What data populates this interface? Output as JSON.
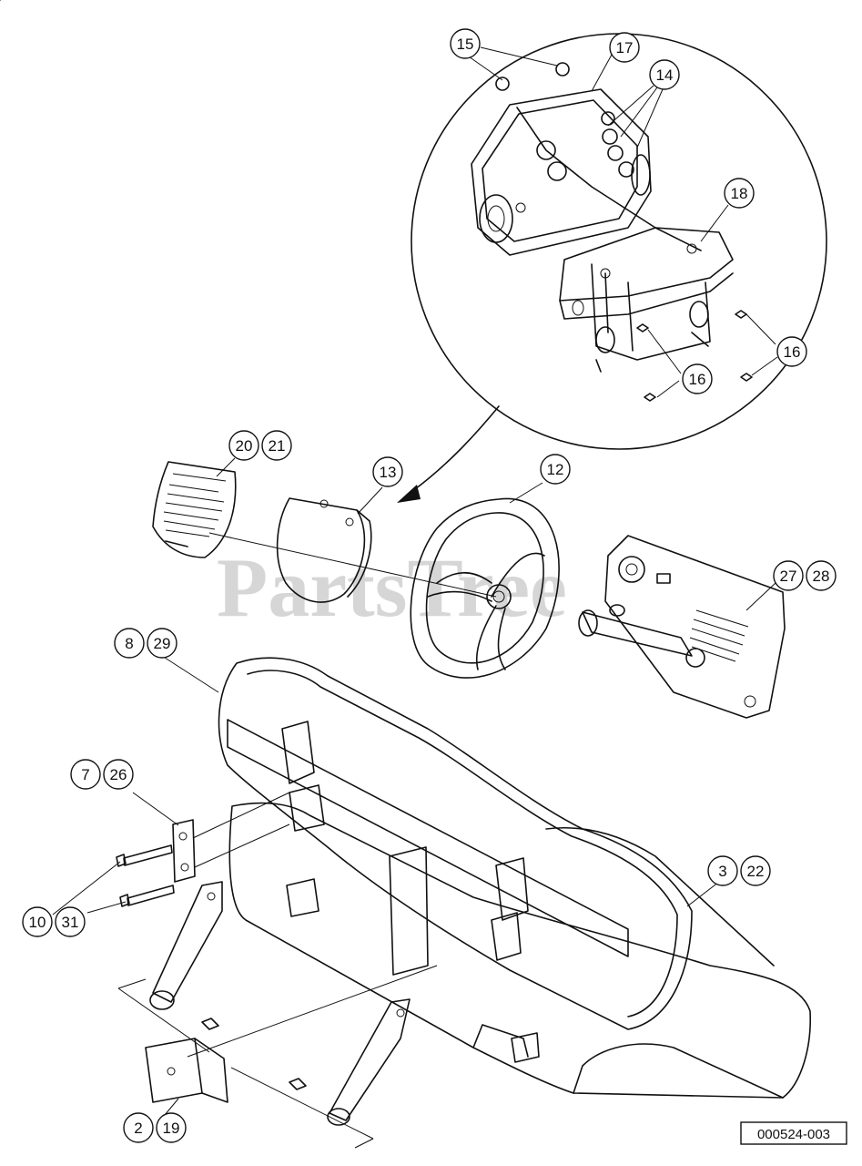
{
  "watermark": "PartsTree",
  "diagram_code": "000524-003",
  "callouts": [
    {
      "id": "c15",
      "label": "15"
    },
    {
      "id": "c17",
      "label": "17"
    },
    {
      "id": "c14",
      "label": "14"
    },
    {
      "id": "c18",
      "label": "18"
    },
    {
      "id": "c16a",
      "label": "16"
    },
    {
      "id": "c16b",
      "label": "16"
    },
    {
      "id": "c20",
      "label": "20"
    },
    {
      "id": "c21",
      "label": "21"
    },
    {
      "id": "c13",
      "label": "13"
    },
    {
      "id": "c12",
      "label": "12"
    },
    {
      "id": "c27",
      "label": "27"
    },
    {
      "id": "c28",
      "label": "28"
    },
    {
      "id": "c8",
      "label": "8"
    },
    {
      "id": "c29",
      "label": "29"
    },
    {
      "id": "c7",
      "label": "7"
    },
    {
      "id": "c26",
      "label": "26"
    },
    {
      "id": "c3",
      "label": "3"
    },
    {
      "id": "c22",
      "label": "22"
    },
    {
      "id": "c10",
      "label": "10"
    },
    {
      "id": "c31",
      "label": "31"
    },
    {
      "id": "c2",
      "label": "2"
    },
    {
      "id": "c19",
      "label": "19"
    }
  ]
}
